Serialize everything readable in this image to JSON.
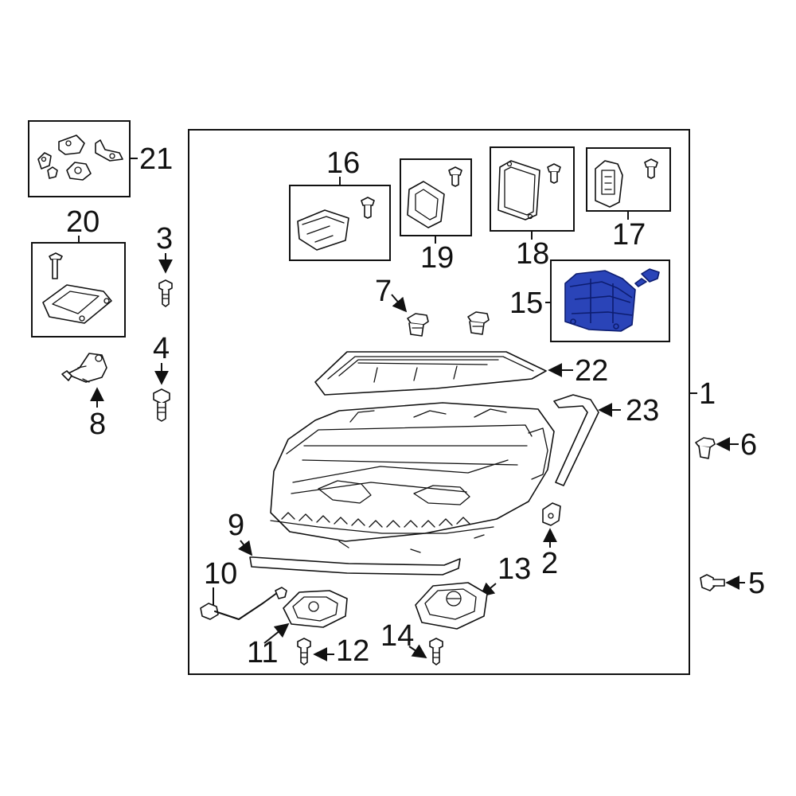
{
  "diagram": {
    "highlight_color": "#2a44b8",
    "callouts": {
      "c1": "1",
      "c2": "2",
      "c3": "3",
      "c4": "4",
      "c5": "5",
      "c6": "6",
      "c7": "7",
      "c8": "8",
      "c9": "9",
      "c10": "10",
      "c11": "11",
      "c12": "12",
      "c13": "13",
      "c14": "14",
      "c15": "15",
      "c16": "16",
      "c17": "17",
      "c18": "18",
      "c19": "19",
      "c20": "20",
      "c21": "21",
      "c22": "22",
      "c23": "23"
    }
  }
}
